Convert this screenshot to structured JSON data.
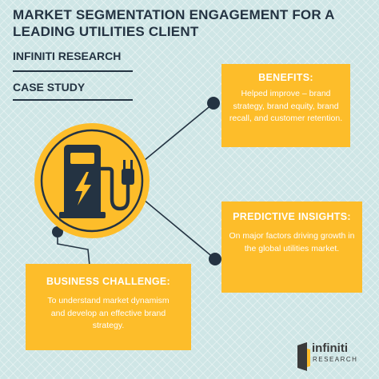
{
  "header": {
    "title": "MARKET SEGMENTATION ENGAGEMENT FOR A LEADING UTILITIES CLIENT",
    "company": "INFINITI RESEARCH",
    "label": "CASE STUDY"
  },
  "cards": {
    "benefits": {
      "title": "BENEFITS:",
      "body": "Helped improve – brand strategy, brand equity, brand recall, and customer retention."
    },
    "insights": {
      "title": "PREDICTIVE INSIGHTS:",
      "body": "On major factors driving growth in the global utilities market."
    },
    "challenge": {
      "title": "BUSINESS CHALLENGE:",
      "body": "To understand market dynamism and develop an effective brand strategy."
    }
  },
  "logo": {
    "name": "infiniti",
    "sub": "RESEARCH"
  },
  "colors": {
    "background": "#cfe6e6",
    "accent": "#fdbd2a",
    "navy": "#243342"
  },
  "icon": "ev-charging-station-icon"
}
